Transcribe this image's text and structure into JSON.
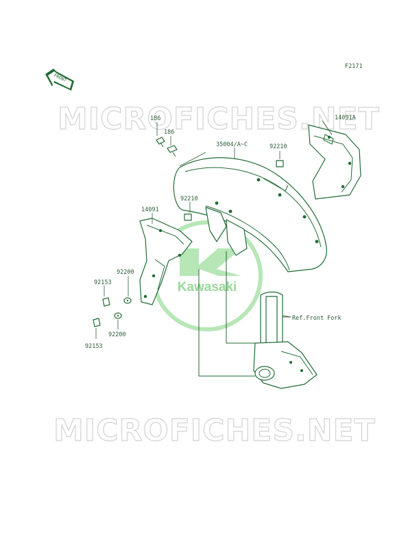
{
  "figure_code": "F2171",
  "front_badge": "FRONT",
  "watermark_text": "MICROFICHES.NET",
  "logo_text": "Kawasaki",
  "colors": {
    "line": "#1f6b32",
    "logo": "#b7e6b7",
    "watermark_stroke": "#d8d8d8"
  },
  "labels": {
    "bolt_186_a": "186",
    "bolt_186_b": "186",
    "fender": "35004/A~C",
    "clip_92210_right": "92210",
    "clip_92210_center": "92210",
    "cover_right": "14091A",
    "cover_left": "14091",
    "washer_upper": "92200",
    "bolt_upper": "92153",
    "washer_lower": "92200",
    "bolt_lower": "92153",
    "ref_fork": "Ref.Front Fork"
  }
}
